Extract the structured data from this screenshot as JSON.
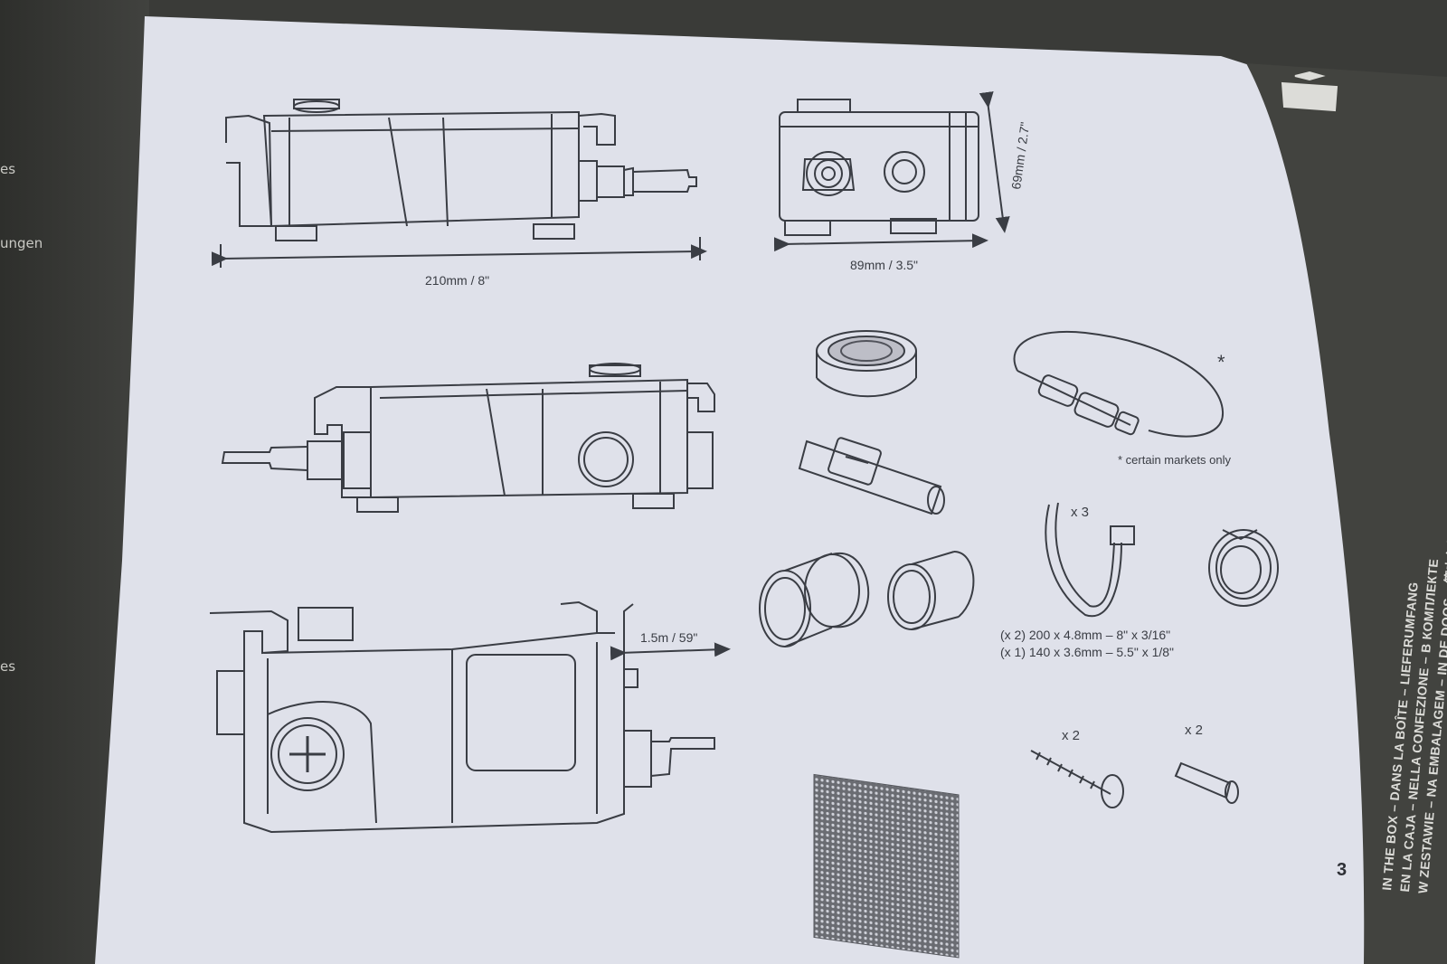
{
  "left_page": {
    "fragments": [
      "es",
      "ungen",
      "es"
    ]
  },
  "dimensions": {
    "length": "210mm / 8\"",
    "width": "89mm / 3.5\"",
    "height": "69mm / 2.7\"",
    "cable": "1.5m / 59\""
  },
  "parts": {
    "asterisk": "*",
    "note": "* certain markets only",
    "tie_qty": "x 3",
    "tie_spec_1": "(x 2) 200 x 4.8mm – 8\" x 3/16\"",
    "tie_spec_2": "(x 1) 140 x 3.6mm – 5.5\" x 1/8\"",
    "screw_qty": "x 2",
    "plug_qty": "x 2"
  },
  "strip": {
    "line1": "IN THE BOX – DANS LA BOÎTE – LIEFERUMFANG",
    "line2": "EN LA CAJA – NELLA CONFEZIONE – В КОМПЛЕКТЕ",
    "line3": "W ZESTAWIE – NA EMBALAGEM – IN DE DOOS – 箱内包括"
  },
  "page_number": "3",
  "colors": {
    "paper": "#dfe1ea",
    "ink": "#3a3d44",
    "strip": "#42433f"
  }
}
